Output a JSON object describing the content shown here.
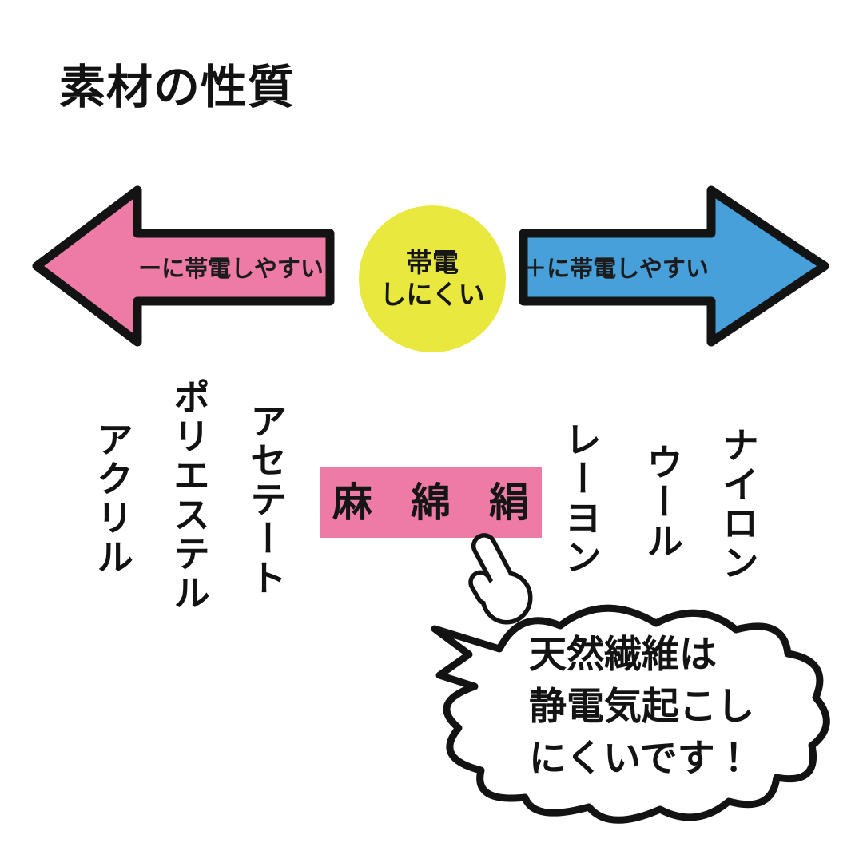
{
  "title": "素材の性質",
  "colors": {
    "negative_arrow_pink": "#ee7ba6",
    "positive_arrow_blue": "#47a0d9",
    "neutral_circle_yellow": "#e9e83f",
    "neutral_box_pink": "#ee7ba6",
    "outline_black": "#131313",
    "background": "#ffffff"
  },
  "axis": {
    "negative_label": "ーに帯電しやすい",
    "neutral_line1": "帯電",
    "neutral_line2": "しにくい",
    "positive_label": "＋に帯電しやすい"
  },
  "materials": {
    "negative": [
      "アクリル",
      "ポリエステル",
      "アセテート"
    ],
    "neutral": [
      "麻",
      "綿",
      "絹"
    ],
    "positive": [
      "レーヨン",
      "ウール",
      "ナイロン"
    ]
  },
  "callout": {
    "line1": "天然繊維は",
    "line2": "静電気起こし",
    "line3": "にくいです！"
  },
  "icons": {
    "pointing_hand": "white-pointing-hand-up-left"
  }
}
